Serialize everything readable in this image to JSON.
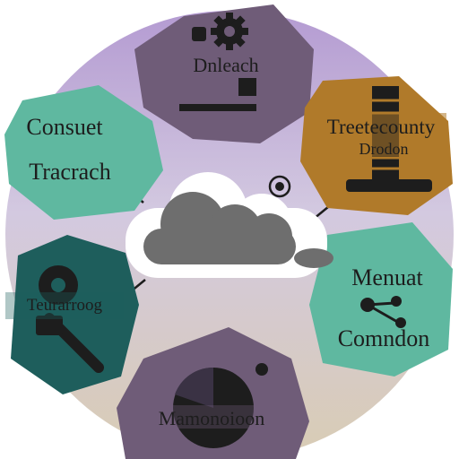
{
  "diagram": {
    "center": {
      "label": "",
      "icon": "cloud-icon"
    },
    "nodes": [
      {
        "id": "top",
        "label": "Dnleach",
        "icon": "gear-icon",
        "color": "#6f5c78"
      },
      {
        "id": "top-right",
        "label_1": "Treetecounty",
        "label_2": "Drodon",
        "icon": "server-rack-icon",
        "color": "#b07a2a"
      },
      {
        "id": "left-upper",
        "label_1": "Consuet",
        "label_2": "Tracrach",
        "color": "#5fb8a0"
      },
      {
        "id": "left-lower",
        "label": "Teurarroog",
        "icon": "wrench-gear-icon",
        "color": "#1e5e5c"
      },
      {
        "id": "right-lower",
        "label_1": "Menuat",
        "label_2": "Comndon",
        "icon": "network-nodes-icon",
        "color": "#5fb8a0"
      },
      {
        "id": "bottom",
        "label": "Mamonoioon",
        "icon": "pie-chart-icon",
        "color": "#6f5c78"
      }
    ]
  },
  "colors": {
    "background_top": "#c7b3dc",
    "background_bottom": "#d8cbb7",
    "cloud_fill": "#6e6e6e",
    "dark": "#1d1d1d"
  }
}
